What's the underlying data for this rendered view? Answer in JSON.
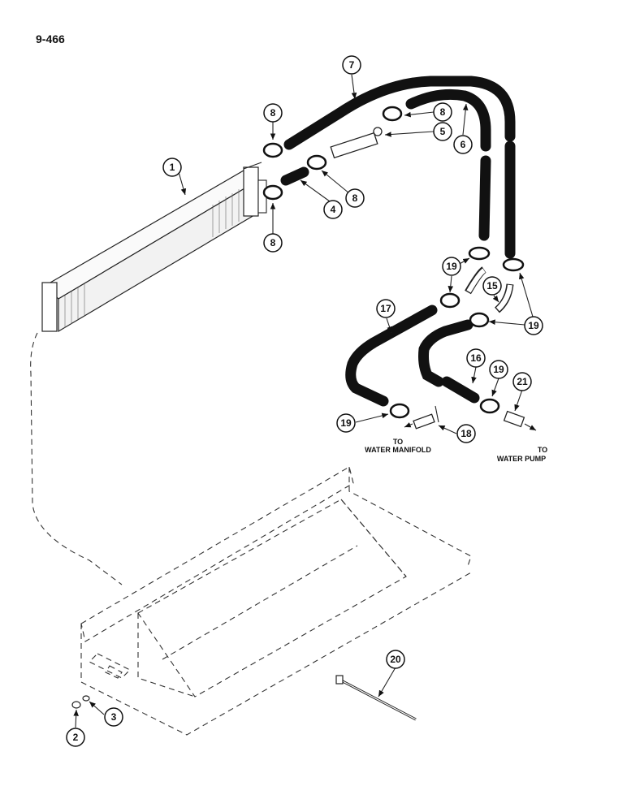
{
  "page_number": "9-466",
  "callouts": [
    {
      "id": "c1",
      "label": "1"
    },
    {
      "id": "c2",
      "label": "2"
    },
    {
      "id": "c3",
      "label": "3"
    },
    {
      "id": "c4",
      "label": "4"
    },
    {
      "id": "c5",
      "label": "5"
    },
    {
      "id": "c6",
      "label": "6"
    },
    {
      "id": "c7",
      "label": "7"
    },
    {
      "id": "c8a",
      "label": "8"
    },
    {
      "id": "c8b",
      "label": "8"
    },
    {
      "id": "c8c",
      "label": "8"
    },
    {
      "id": "c8d",
      "label": "8"
    },
    {
      "id": "c15",
      "label": "15"
    },
    {
      "id": "c16",
      "label": "16"
    },
    {
      "id": "c17",
      "label": "17"
    },
    {
      "id": "c18",
      "label": "18"
    },
    {
      "id": "c19a",
      "label": "19"
    },
    {
      "id": "c19b",
      "label": "19"
    },
    {
      "id": "c19c",
      "label": "19"
    },
    {
      "id": "c19d",
      "label": "19"
    },
    {
      "id": "c20",
      "label": "20"
    },
    {
      "id": "c21",
      "label": "21"
    }
  ],
  "destinations": {
    "manifold_line1": "TO",
    "manifold_line2": "WATER MANIFOLD",
    "pump_line1": "TO",
    "pump_line2": "WATER PUMP"
  }
}
